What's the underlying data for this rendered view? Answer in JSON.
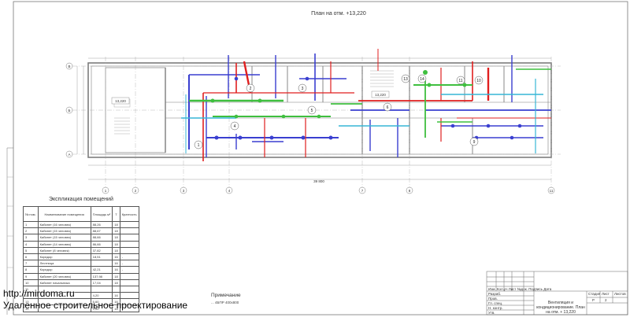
{
  "drawing": {
    "title": "План на отм. +13,220",
    "mark_13220": "13,220"
  },
  "axes": {
    "rows": [
      "В",
      "Б",
      "А"
    ],
    "cols": [
      "1",
      "2",
      "3",
      "4",
      "7",
      "8",
      "11"
    ],
    "overall_dim": "39 800"
  },
  "explication": {
    "title": "Экспликация помещений",
    "headers": [
      "№ пом.",
      "Наименование помещения",
      "Площадь м²",
      "Т",
      "Кратность"
    ],
    "rows": [
      [
        "1",
        "Кабинет (16 человек)",
        "88,26",
        "18",
        ""
      ],
      [
        "2",
        "Кабинет (15 человек)",
        "88,67",
        "18",
        ""
      ],
      [
        "3",
        "Кабинет (15 человек)",
        "88,66",
        "18",
        ""
      ],
      [
        "4",
        "Кабинет (14 человек)",
        "86,66",
        "18",
        ""
      ],
      [
        "5",
        "Кабинет (8 человек)",
        "37,82",
        "18",
        ""
      ],
      [
        "6",
        "Коридор",
        "18,51",
        "16",
        "-"
      ],
      [
        "7",
        "Лестница",
        "",
        "16",
        "-"
      ],
      [
        "8",
        "Коридор",
        "42,21",
        "16",
        "-"
      ],
      [
        "9",
        "Кабинет (20 человек)",
        "137,98",
        "18",
        ""
      ],
      [
        "10",
        "Кабинет начальника",
        "17,04",
        "18",
        ""
      ],
      [
        "11",
        "",
        "",
        "",
        ""
      ],
      [
        "12",
        "",
        "4,20",
        "16",
        ""
      ],
      [
        "13",
        "",
        "6,60",
        "16",
        ""
      ],
      [
        "14",
        "",
        "9,60",
        "16",
        ""
      ]
    ]
  },
  "note": {
    "title": "Примечание",
    "text": "... 4БПР 400х800"
  },
  "titleblock": {
    "labels": [
      "Изм.",
      "Кол.уч",
      "Лист",
      "№док.",
      "Подпись",
      "Дата"
    ],
    "roles": [
      "Разраб.",
      "Пров.",
      "Гл. спец.",
      "Н. контр.",
      "Утв."
    ],
    "stage_head": [
      "Стадия",
      "Лист",
      "Листов"
    ],
    "stage_vals": [
      "Р",
      "2",
      ""
    ],
    "sheet_name": "Вентиляция и кондиционирование. План на отм. + 13,220"
  },
  "watermark": {
    "site": "http://mirdoma.ru",
    "slogan": "Удаленное строительное проектирование"
  },
  "colors": {
    "supply_red": "#e01f1f",
    "exhaust_blue": "#3a3fd0",
    "cool_green": "#3fbf3f",
    "cyan": "#37b6d6",
    "wall_gray": "#8a8a8a"
  },
  "rooms": [
    {
      "num": "1"
    },
    {
      "num": "2"
    },
    {
      "num": "3"
    },
    {
      "num": "4"
    },
    {
      "num": "5"
    },
    {
      "num": "6"
    },
    {
      "num": "9"
    },
    {
      "num": "10"
    },
    {
      "num": "11"
    },
    {
      "num": "13"
    },
    {
      "num": "14"
    }
  ]
}
